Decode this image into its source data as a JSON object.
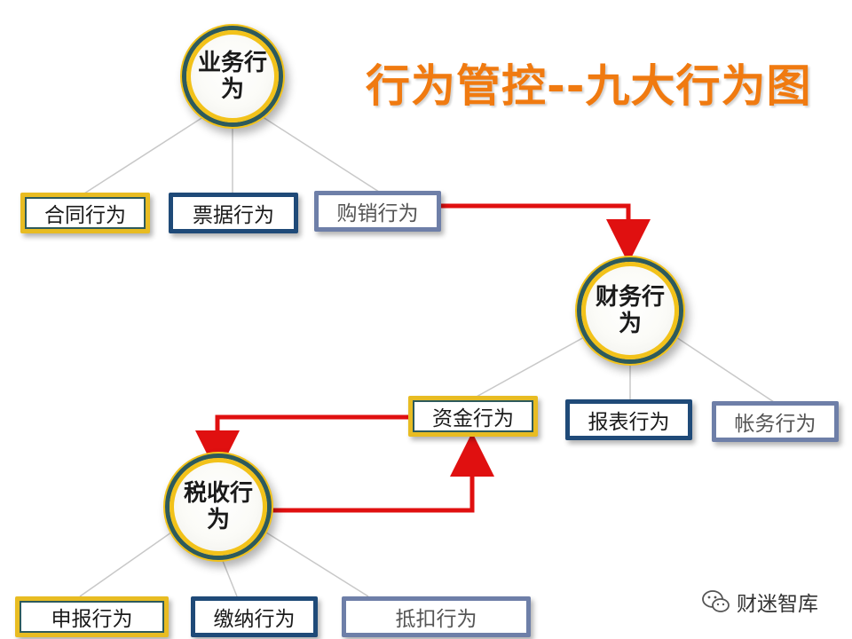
{
  "title": "行为管控--九大行为图",
  "nodes": {
    "business": "业务行为",
    "finance": "财务行为",
    "tax": "税收行为",
    "contract": "合同行为",
    "invoice": "票据行为",
    "purchase_sales": "购销行为",
    "funds": "资金行为",
    "report": "报表行为",
    "accounts": "帐务行为",
    "declare": "申报行为",
    "payment": "缴纳行为",
    "deduct": "抵扣行为"
  },
  "watermark": {
    "text": "财迷智库",
    "icon": "wechat-icon"
  },
  "colors": {
    "title": "#f07a10",
    "arrow": "#e01010",
    "connector": "#c8c8c8",
    "circle_ring_gold": "#f2c21a",
    "circle_ring_teal": "#2d5a5c",
    "box_navy": "#1f4a78",
    "box_gold": "#e8bc22"
  }
}
